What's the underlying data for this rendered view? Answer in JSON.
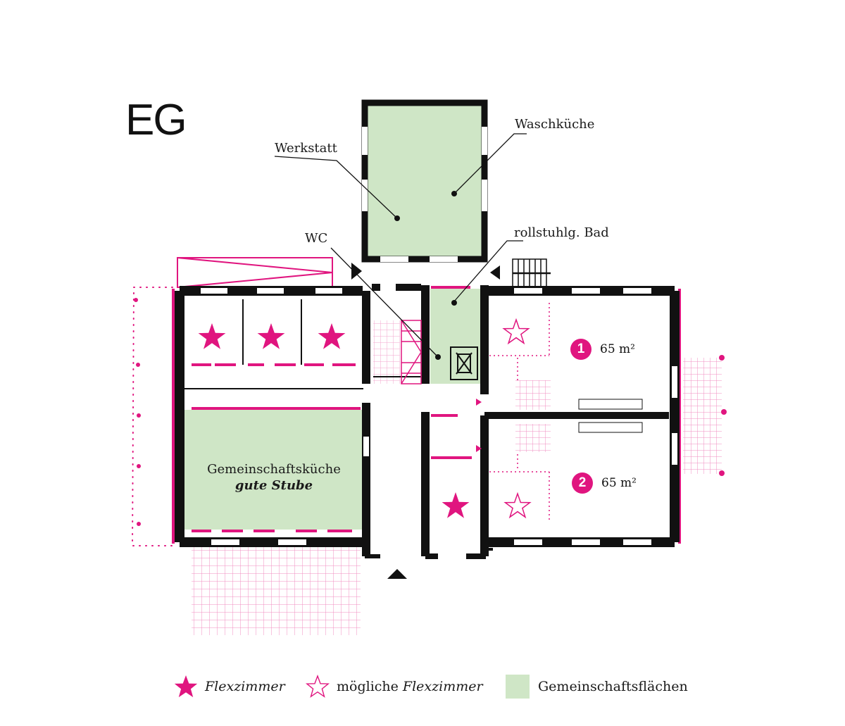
{
  "floor_label": "EG",
  "rooms": {
    "werkstatt": "Werkstatt",
    "waschkueche": "Waschküche",
    "wc": "WC",
    "bad": "rollstuhlg. Bad",
    "kitchen_line1": "Gemeinschaftsküche",
    "kitchen_line2": "gute Stube"
  },
  "units": [
    {
      "number": "1",
      "area": "65 m²"
    },
    {
      "number": "2",
      "area": "65 m²"
    }
  ],
  "legend": {
    "flex_label": "Flexzimmer",
    "possible_prefix": "mögliche",
    "possible_label": "Flexzimmer",
    "common_label": "Gemeinschaftsflächen"
  },
  "colors": {
    "wall": "#111111",
    "accent": "#e0157f",
    "common_area": "#cfe6c6"
  }
}
